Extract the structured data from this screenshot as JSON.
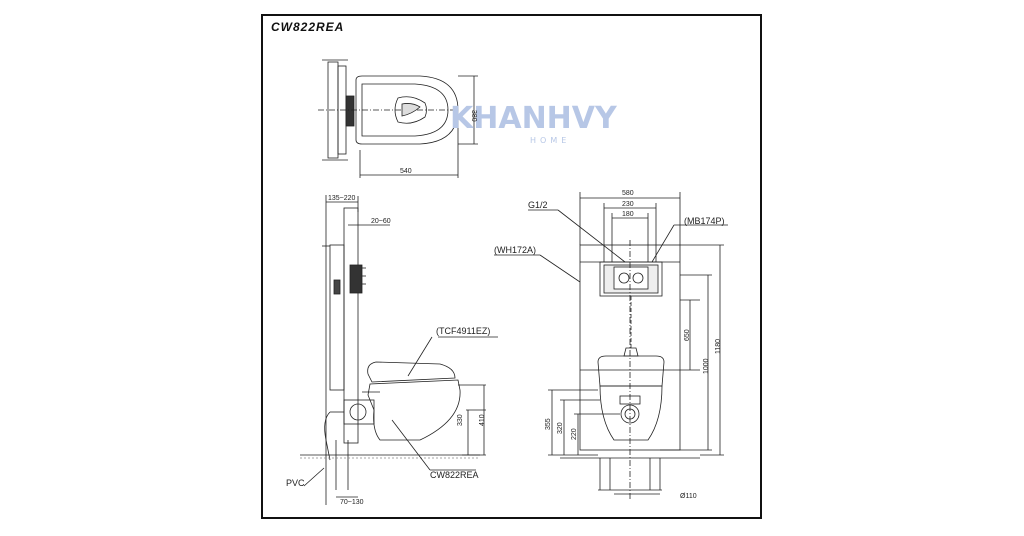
{
  "title": "CW822REA",
  "watermark": {
    "brand": "KHANHVY",
    "sub": "HOME"
  },
  "top_view": {
    "width_dim": "540",
    "depth_dim": "380"
  },
  "side_view": {
    "top_dim": "135~220",
    "offset_dim": "20~60",
    "seat_label": "(TCF4911EZ)",
    "bowl_label": "CW822REA",
    "pipe_label": "PVC",
    "bottom_dim": "70~130",
    "height_330": "330",
    "height_410": "410"
  },
  "front_view": {
    "width_580": "580",
    "width_230": "230",
    "width_180": "180",
    "g12_label": "G1/2",
    "plate_label": "(MB174P)",
    "frame_label": "(WH172A)",
    "h650": "650",
    "h1000": "1000",
    "h1180": "1180",
    "h355": "355",
    "h320": "320",
    "h220": "220",
    "diameter": "Ø110"
  },
  "colors": {
    "line": "#222222",
    "watermark": "#b7c7e6",
    "frame": "#111111"
  }
}
